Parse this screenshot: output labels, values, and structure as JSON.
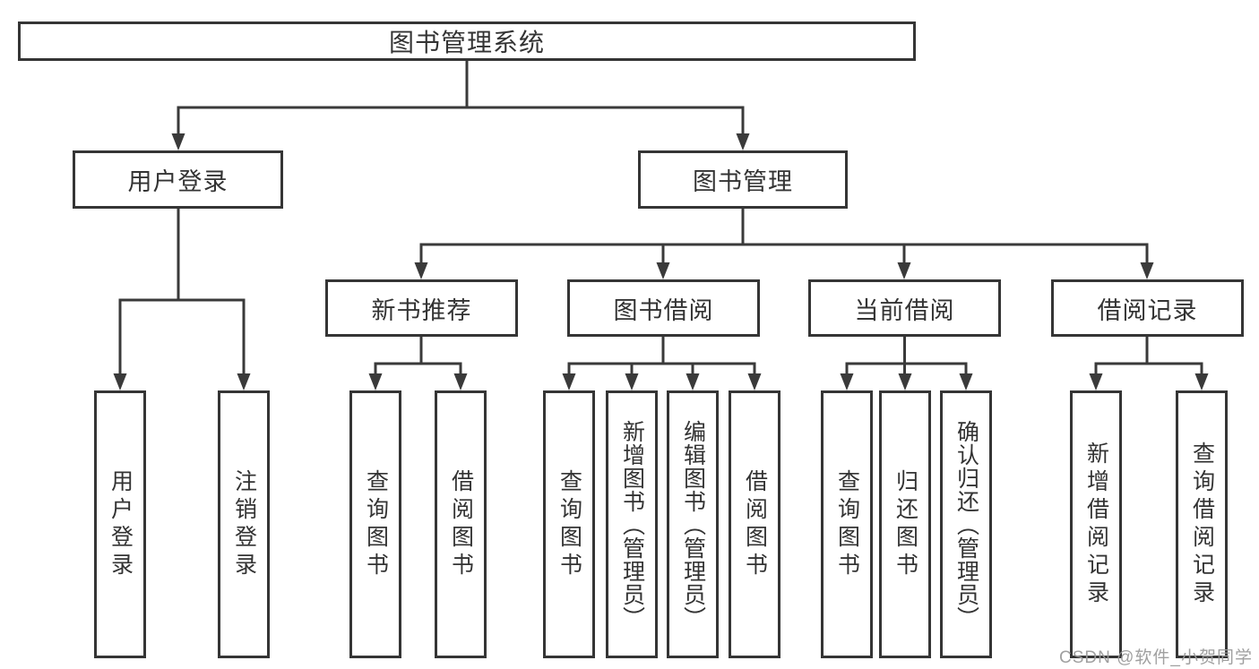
{
  "diagram": {
    "root": {
      "label": "图书管理系统"
    },
    "branches": [
      {
        "label": "用户登录",
        "children": [
          {
            "label": "用户登录"
          },
          {
            "label": "注销登录"
          }
        ]
      },
      {
        "label": "图书管理",
        "children": [
          {
            "label": "新书推荐",
            "children": [
              {
                "label": "查询图书"
              },
              {
                "label": "借阅图书"
              }
            ]
          },
          {
            "label": "图书借阅",
            "children": [
              {
                "label": "查询图书"
              },
              {
                "label": "新增图书（管理员）"
              },
              {
                "label": "编辑图书（管理员）"
              },
              {
                "label": "借阅图书"
              }
            ]
          },
          {
            "label": "当前借阅",
            "children": [
              {
                "label": "查询图书"
              },
              {
                "label": "归还图书"
              },
              {
                "label": "确认归还（管理员）"
              }
            ]
          },
          {
            "label": "借阅记录",
            "children": [
              {
                "label": "新增借阅记录"
              },
              {
                "label": "查询借阅记录"
              }
            ]
          }
        ]
      }
    ]
  },
  "watermark": {
    "text": "CSDN @软件_小贺同学"
  },
  "colors": {
    "line": "#3a3a3a",
    "border": "#353535",
    "text": "#333333",
    "watermark": "#9b9b9b",
    "background": "#ffffff"
  }
}
